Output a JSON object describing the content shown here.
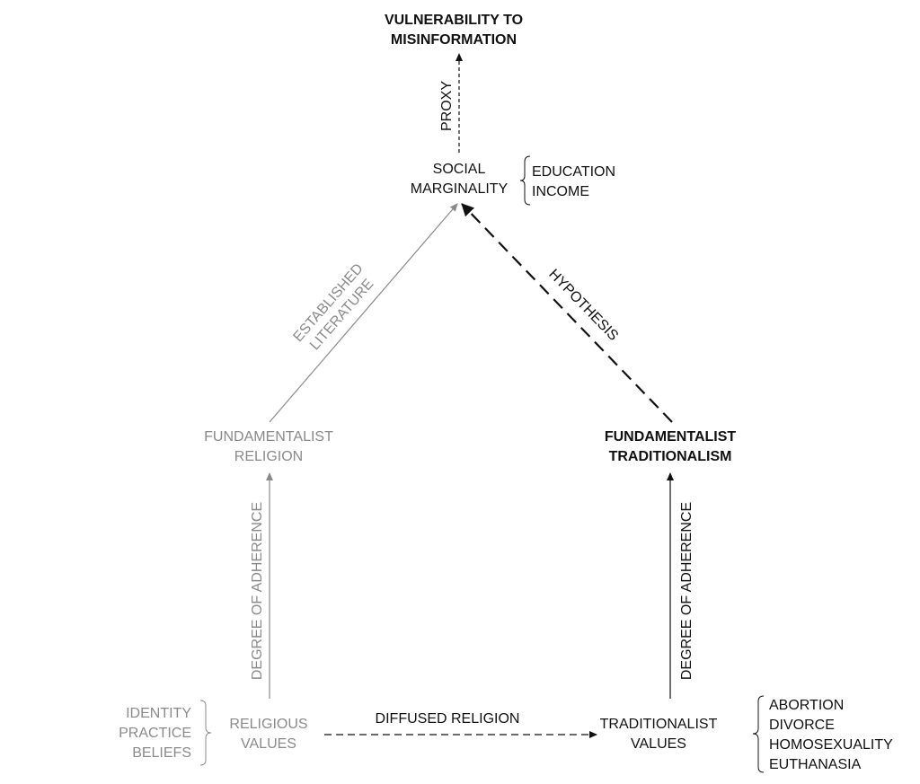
{
  "nodes": {
    "outcome": [
      "VULNERABILITY TO",
      "MISINFORMATION"
    ],
    "social_marginality": [
      "SOCIAL",
      "MARGINALITY"
    ],
    "social_marginality_components": [
      "EDUCATION",
      "INCOME"
    ],
    "fundamentalist_religion": [
      "FUNDAMENTALIST",
      "RELIGION"
    ],
    "fundamentalist_traditionalism": [
      "FUNDAMENTALIST",
      "TRADITIONALISM"
    ],
    "religious_values": [
      "RELIGIOUS",
      "VALUES"
    ],
    "religious_values_components": [
      "IDENTITY",
      "PRACTICE",
      "BELIEFS"
    ],
    "traditionalist_values": [
      "TRADITIONALIST",
      "VALUES"
    ],
    "traditionalist_values_components": [
      "ABORTION",
      "DIVORCE",
      "HOMOSEXUALITY",
      "EUTHANASIA"
    ]
  },
  "edges": {
    "proxy": "PROXY",
    "established_literature": [
      "ESTABLISHED",
      "LITERATURE"
    ],
    "hypothesis": "HYPOTHESIS",
    "adherence_left": "DEGREE OF ADHERENCE",
    "adherence_right": "DEGREE OF ADHERENCE",
    "diffused_religion": "DIFFUSED RELIGION"
  },
  "colors": {
    "primary": "#111111",
    "secondary": "#8a8a8a"
  }
}
